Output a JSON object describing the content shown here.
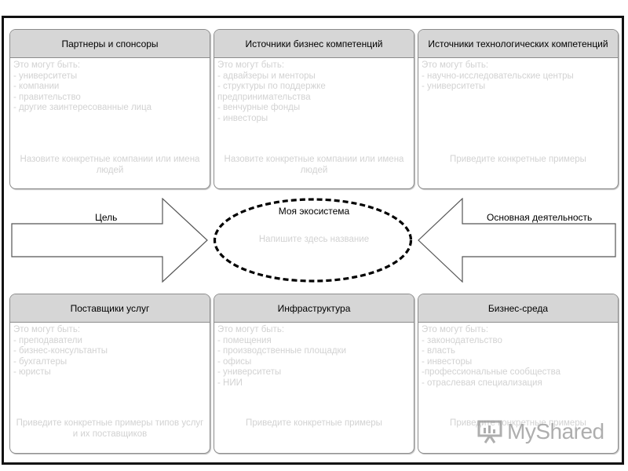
{
  "boxes_top": [
    {
      "title": "Партнеры и спонсоры",
      "intro": "Это могут быть:",
      "items": [
        "- университеты",
        "- компании",
        "- правительство",
        "- другие заинтересованные лица"
      ],
      "hint": "Назовите конкретные компании или имена людей"
    },
    {
      "title": "Источники бизнес компетенций",
      "intro": "Это могут быть:",
      "items": [
        "- адвайзеры и менторы",
        "- структуры по поддержке",
        "предпринимательства",
        "- венчурные фонды",
        "- инвесторы"
      ],
      "hint": "Назовите конкретные компании или имена людей"
    },
    {
      "title": "Источники технологических компетенций",
      "intro": "Это могут быть:",
      "items": [
        "- научно-исследовательские центры",
        "- университеты"
      ],
      "hint": "Приведите конкретные примеры"
    }
  ],
  "boxes_bottom": [
    {
      "title": "Поставщики услуг",
      "intro": "Это могут быть:",
      "items": [
        "- преподаватели",
        "- бизнес-консультанты",
        "- бухгалтеры",
        "- юристы"
      ],
      "hint": "Приведите конкретные примеры типов услуг и их поставщиков"
    },
    {
      "title": "Инфраструктура",
      "intro": "Это могут быть:",
      "items": [
        "- помещения",
        "- производственные площадки",
        "- офисы",
        "- университеты",
        "- НИИ"
      ],
      "hint": "Приведите конкретные примеры"
    },
    {
      "title": "Бизнес-среда",
      "intro": "Это могут быть:",
      "items": [
        "- законодательство",
        "- власть",
        "- инвесторы",
        "-профессиональные сообщества",
        "- отраслевая специализация"
      ],
      "hint": "Приведите конкретные примеры"
    }
  ],
  "center": {
    "title": "Моя экосистема",
    "placeholder": "Напишите здесь название"
  },
  "left_arrow": {
    "label": "Цель"
  },
  "right_arrow": {
    "label": "Основная деятельность"
  },
  "watermark": {
    "text": "MyShared",
    "icon": "presentation-board-icon"
  },
  "colors": {
    "header_fill": "#d6d6d6",
    "border": "#8c8c8c",
    "faint_text": "#d2d2d2",
    "frame": "#111111"
  }
}
